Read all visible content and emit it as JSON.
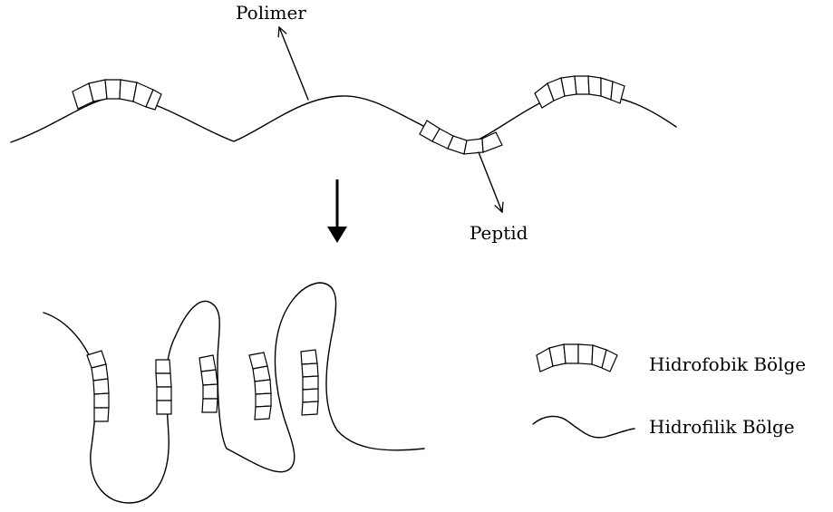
{
  "labels": {
    "polymer": "Polimer",
    "peptide": "Peptid"
  },
  "legend": {
    "hydrophobic": "Hidrofobik Bölge",
    "hydrophilic": "Hidrofilik Bölge"
  },
  "colors": {
    "line": "#000000",
    "background": "#ffffff",
    "segment_fill": "#ffffff"
  }
}
